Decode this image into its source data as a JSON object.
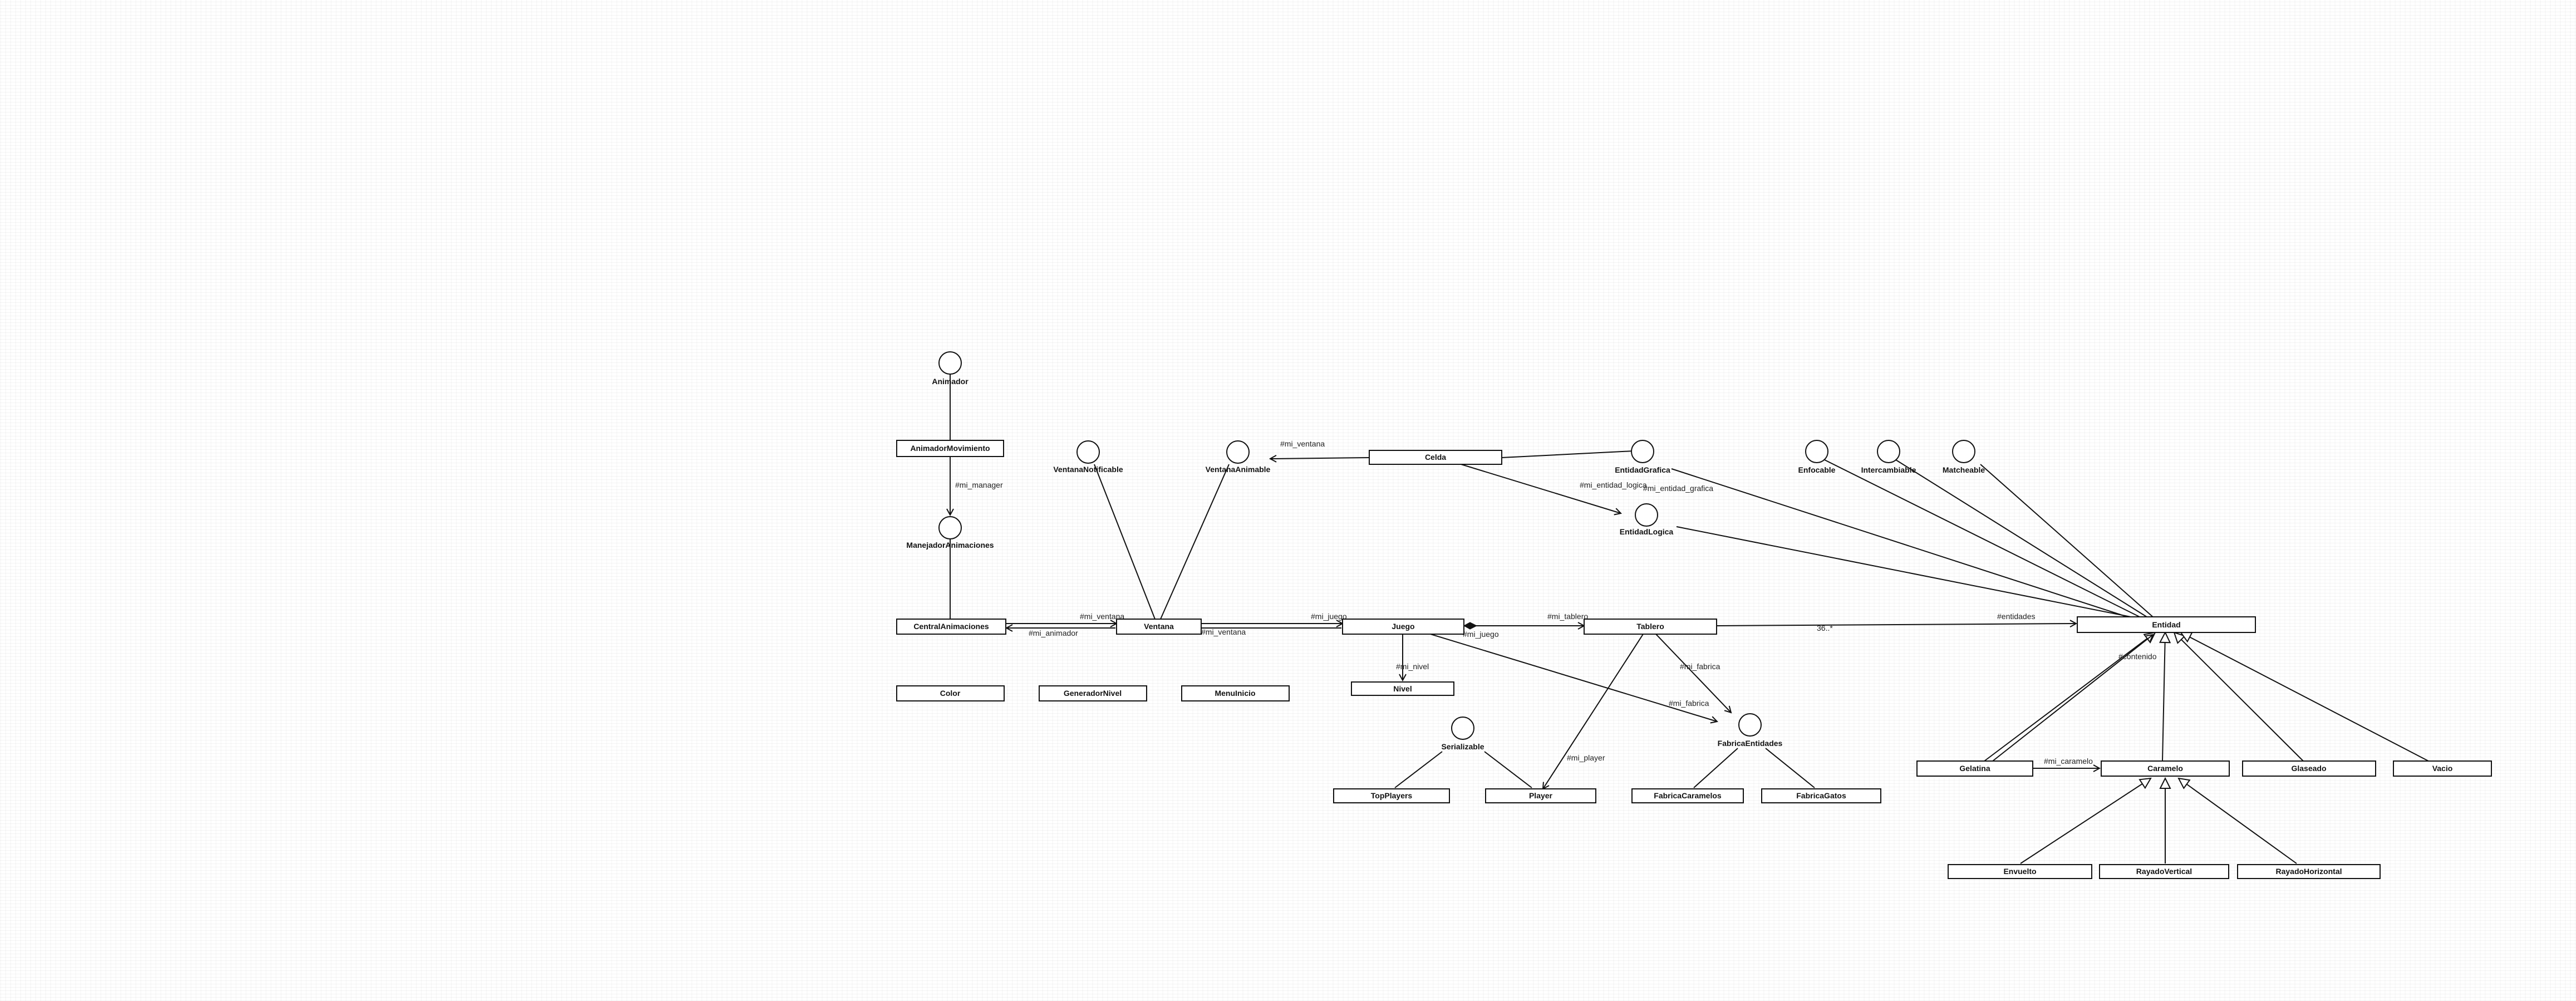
{
  "diagram": {
    "classes": [
      {
        "id": "animador_movimiento",
        "label": "AnimadorMovimiento"
      },
      {
        "id": "celda",
        "label": "Celda"
      },
      {
        "id": "central_animaciones",
        "label": "CentralAnimaciones"
      },
      {
        "id": "ventana",
        "label": "Ventana"
      },
      {
        "id": "juego",
        "label": "Juego"
      },
      {
        "id": "tablero",
        "label": "Tablero"
      },
      {
        "id": "entidad",
        "label": "Entidad"
      },
      {
        "id": "color",
        "label": "Color"
      },
      {
        "id": "generador_nivel",
        "label": "GeneradorNivel"
      },
      {
        "id": "menu_inicio",
        "label": "MenuInicio"
      },
      {
        "id": "nivel",
        "label": "Nivel"
      },
      {
        "id": "top_players",
        "label": "TopPlayers"
      },
      {
        "id": "player",
        "label": "Player"
      },
      {
        "id": "fabrica_caramelos",
        "label": "FabricaCaramelos"
      },
      {
        "id": "fabrica_gatos",
        "label": "FabricaGatos"
      },
      {
        "id": "gelatina",
        "label": "Gelatina"
      },
      {
        "id": "caramelo",
        "label": "Caramelo"
      },
      {
        "id": "glaseado",
        "label": "Glaseado"
      },
      {
        "id": "vacio",
        "label": "Vacio"
      },
      {
        "id": "envuelto",
        "label": "Envuelto"
      },
      {
        "id": "rayado_vertical",
        "label": "RayadoVertical"
      },
      {
        "id": "rayado_horizontal",
        "label": "RayadoHorizontal"
      }
    ],
    "interfaces": [
      {
        "id": "animador",
        "label": "Animador"
      },
      {
        "id": "ventana_notificable",
        "label": "VentanaNotificable"
      },
      {
        "id": "ventana_animable",
        "label": "VentanaAnimable"
      },
      {
        "id": "entidad_grafica",
        "label": "EntidadGrafica"
      },
      {
        "id": "entidad_logica",
        "label": "EntidadLogica"
      },
      {
        "id": "enfocable",
        "label": "Enfocable"
      },
      {
        "id": "intercambiable",
        "label": "Intercambiable"
      },
      {
        "id": "matcheable",
        "label": "Matcheable"
      },
      {
        "id": "manejador_animaciones",
        "label": "ManejadorAnimaciones"
      },
      {
        "id": "serializable",
        "label": "Serializable"
      },
      {
        "id": "fabrica_entidades",
        "label": "FabricaEntidades"
      }
    ],
    "edge_labels": [
      {
        "id": "l_manager",
        "text": "#mi_manager"
      },
      {
        "id": "l_ventana_celda",
        "text": "#mi_ventana"
      },
      {
        "id": "l_ventana_ca",
        "text": "#mi_ventana"
      },
      {
        "id": "l_animador",
        "text": "#mi_animador"
      },
      {
        "id": "l_ventana_juego",
        "text": "#mi_ventana"
      },
      {
        "id": "l_juego_v",
        "text": "#mi_juego"
      },
      {
        "id": "l_juego_t",
        "text": "#mi_juego"
      },
      {
        "id": "l_tablero",
        "text": "#mi_tablero"
      },
      {
        "id": "l_entidad_logica",
        "text": "#mi_entidad_logica"
      },
      {
        "id": "l_entidad_grafica",
        "text": "#mi_entidad_grafica"
      },
      {
        "id": "l_nivel",
        "text": "#mi_nivel"
      },
      {
        "id": "l_fabrica_t",
        "text": "#mi_fabrica"
      },
      {
        "id": "l_fabrica_j",
        "text": "#mi_fabrica"
      },
      {
        "id": "l_player",
        "text": "#mi_player"
      },
      {
        "id": "l_entidades",
        "text": "#entidades"
      },
      {
        "id": "l_mult",
        "text": "36..*"
      },
      {
        "id": "l_contenido",
        "text": "#contenido"
      },
      {
        "id": "l_caramelo",
        "text": "#mi_caramelo"
      }
    ]
  }
}
